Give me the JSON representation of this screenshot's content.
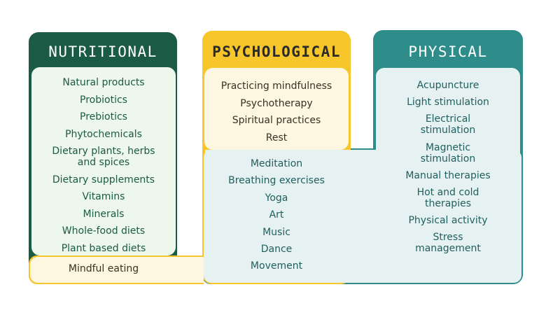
{
  "columns": {
    "nutritional": {
      "title": "NUTRITIONAL",
      "items": [
        "Natural products",
        "Probiotics",
        "Prebiotics",
        "Phytochemicals",
        "Dietary plants, herbs and spices",
        "Dietary supplements",
        "Vitamins",
        "Minerals",
        "Whole-food diets",
        "Plant based diets"
      ]
    },
    "psychological": {
      "title": "PSYCHOLOGICAL",
      "items": [
        "Practicing mindfulness",
        "Psychotherapy",
        "Spiritual practices",
        "Rest"
      ]
    },
    "physical": {
      "title": "PHYSICAL",
      "items": [
        "Acupuncture",
        "Light stimulation",
        "Electrical stimulation",
        "Magnetic stimulation",
        "Manual therapies",
        "Hot and cold therapies",
        "Physical activity",
        "Stress management"
      ]
    }
  },
  "overlaps": {
    "nutritional_psychological": [
      "Mindful eating"
    ],
    "psychological_physical": [
      "Meditation",
      "Breathing exercises",
      "Yoga",
      "Art",
      "Music",
      "Dance",
      "Movement"
    ]
  },
  "colors": {
    "nutritional": "#1b5a45",
    "psychological": "#f6c62a",
    "physical": "#2e8c8a"
  }
}
